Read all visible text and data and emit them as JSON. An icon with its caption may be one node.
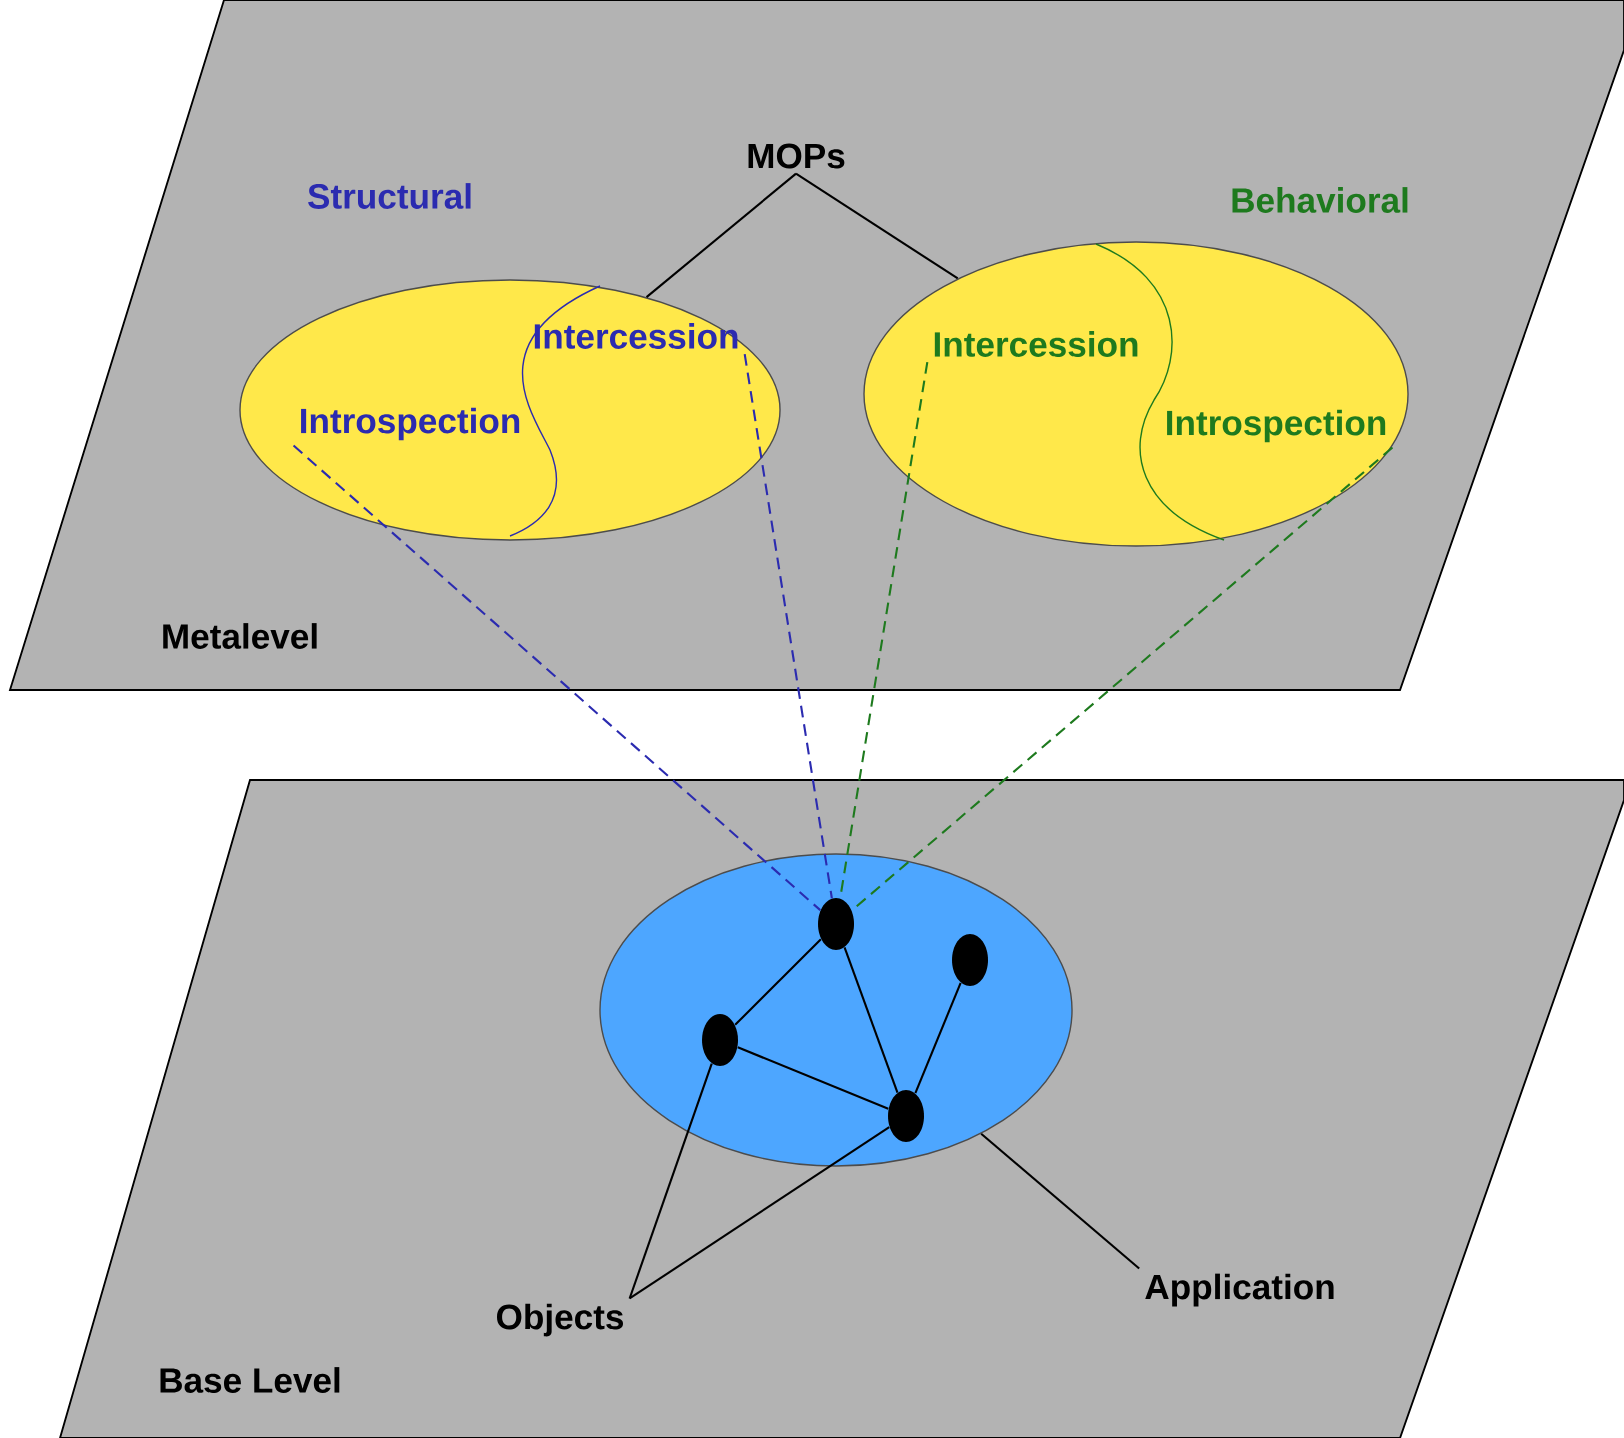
{
  "diagram": {
    "nodes": [
      {
        "text": [
          "Metalevel"
        ]
      },
      {
        "text": [
          "MOPs"
        ],
        "in": 0
      },
      {
        "text": [
          "Structural"
        ],
        "in": 0
      },
      {
        "text": [
          "Introspection"
        ],
        "in": 2
      },
      {
        "text": [
          "Intercession"
        ],
        "in": 2
      },
      {
        "text": [
          "Behavioral"
        ],
        "in": 0
      },
      {
        "text": [
          "Intercession"
        ],
        "in": 5
      },
      {
        "text": [
          "Introspection"
        ],
        "in": 5
      },
      {
        "text": [
          "Base Level"
        ]
      },
      {
        "text": [],
        "shape": "ellipse",
        "in": 8
      },
      {
        "text": [],
        "shape": "circle",
        "in": 9
      },
      {
        "text": [],
        "shape": "circle",
        "in": 9
      },
      {
        "text": [],
        "shape": "circle",
        "in": 9
      },
      {
        "text": [],
        "shape": "circle",
        "in": 9
      },
      {
        "text": [
          "Objects"
        ],
        "in": 8
      },
      {
        "text": [
          "Application"
        ],
        "in": 8
      }
    ],
    "edges": [
      {
        "from": 1,
        "to": 2,
        "arrow": "none"
      },
      {
        "from": 1,
        "to": 5,
        "arrow": "none"
      },
      {
        "from": 3,
        "to": 11,
        "arrow": "none",
        "style": "dashed",
        "color": "#2b2bb0"
      },
      {
        "from": 4,
        "to": 11,
        "arrow": "none",
        "style": "dashed",
        "color": "#2b2bb0"
      },
      {
        "from": 6,
        "to": 11,
        "arrow": "none",
        "style": "dashed",
        "color": "#1e7a1e"
      },
      {
        "from": 7,
        "to": 11,
        "arrow": "none",
        "style": "dashed",
        "color": "#1e7a1e"
      },
      {
        "from": 10,
        "to": 11,
        "arrow": "none"
      },
      {
        "from": 11,
        "to": 12,
        "arrow": "none"
      },
      {
        "from": 10,
        "to": 12,
        "arrow": "none"
      },
      {
        "from": 13,
        "to": 12,
        "arrow": "none"
      },
      {
        "from": 14,
        "to": 10,
        "arrow": "none"
      },
      {
        "from": 14,
        "to": 12,
        "arrow": "none"
      },
      {
        "from": 15,
        "to": 9,
        "arrow": "none"
      }
    ]
  }
}
